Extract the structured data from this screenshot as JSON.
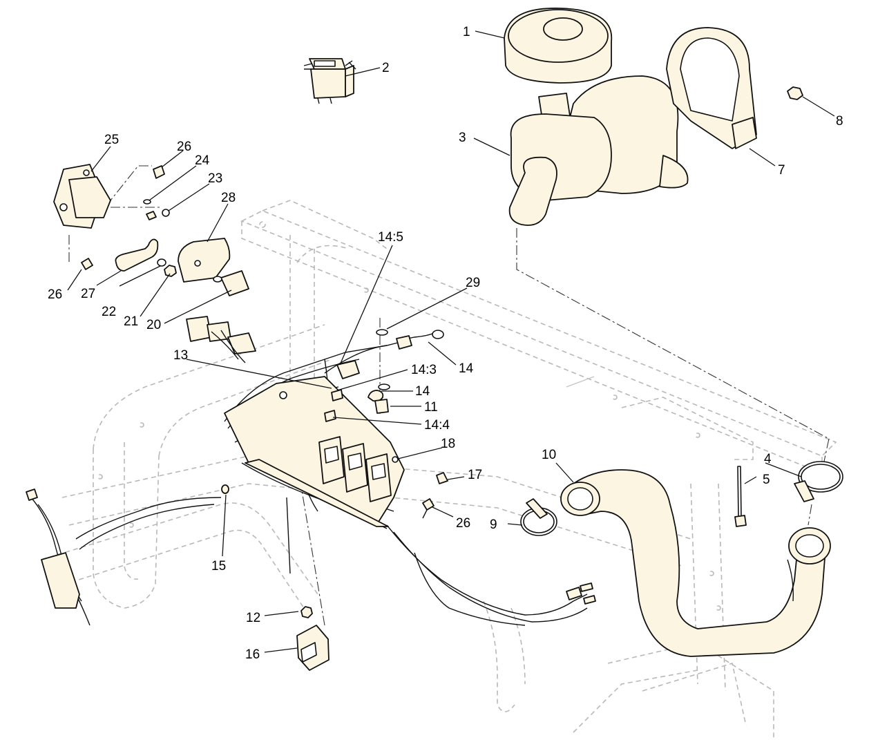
{
  "callouts": [
    {
      "id": "1",
      "label": "1"
    },
    {
      "id": "2",
      "label": "2"
    },
    {
      "id": "3",
      "label": "3"
    },
    {
      "id": "4",
      "label": "4"
    },
    {
      "id": "5",
      "label": "5"
    },
    {
      "id": "7",
      "label": "7"
    },
    {
      "id": "8",
      "label": "8"
    },
    {
      "id": "9",
      "label": "9"
    },
    {
      "id": "10",
      "label": "10"
    },
    {
      "id": "11",
      "label": "11"
    },
    {
      "id": "12",
      "label": "12"
    },
    {
      "id": "13",
      "label": "13"
    },
    {
      "id": "14a",
      "label": "14"
    },
    {
      "id": "14b",
      "label": "14"
    },
    {
      "id": "14_3",
      "label": "14:3"
    },
    {
      "id": "14_4",
      "label": "14:4"
    },
    {
      "id": "14_5",
      "label": "14:5"
    },
    {
      "id": "15",
      "label": "15"
    },
    {
      "id": "16",
      "label": "16"
    },
    {
      "id": "17",
      "label": "17"
    },
    {
      "id": "18",
      "label": "18"
    },
    {
      "id": "20",
      "label": "20"
    },
    {
      "id": "21",
      "label": "21"
    },
    {
      "id": "22",
      "label": "22"
    },
    {
      "id": "23",
      "label": "23"
    },
    {
      "id": "24",
      "label": "24"
    },
    {
      "id": "25",
      "label": "25"
    },
    {
      "id": "26a",
      "label": "26"
    },
    {
      "id": "26b",
      "label": "26"
    },
    {
      "id": "26c",
      "label": "26"
    },
    {
      "id": "27",
      "label": "27"
    },
    {
      "id": "28",
      "label": "28"
    },
    {
      "id": "29",
      "label": "29"
    }
  ],
  "colors": {
    "ink": "#111111",
    "part_fill": "#fbf5e2",
    "ghost_frame": "#b8b8b8"
  }
}
